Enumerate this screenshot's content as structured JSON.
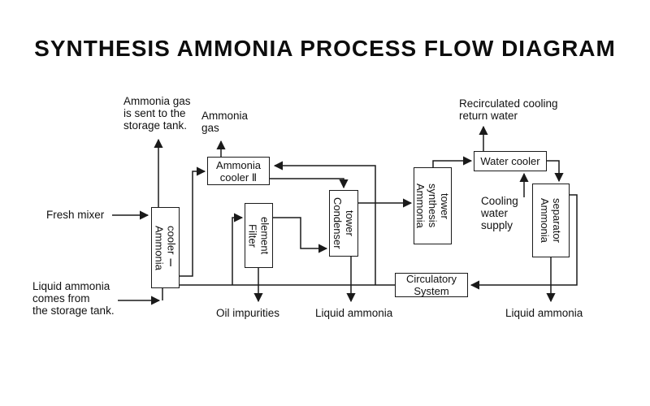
{
  "title": "SYNTHESIS AMMONIA PROCESS FLOW DIAGRAM",
  "boxes": {
    "cooler1": "Ammonia\ncooler Ⅰ",
    "cooler2": "Ammonia\ncooler Ⅱ",
    "filter": "Filter\nelement",
    "condenser": "Condenser\ntower",
    "synthesis": "Ammonia\nsynthesis\ntower",
    "water_cooler": "Water cooler",
    "separator": "Ammonia\nseparator",
    "circulatory": "Circulatory\nSystem"
  },
  "labels": {
    "gas_to_storage": "Ammonia gas\nis sent to the\nstorage tank.",
    "ammonia_gas": "Ammonia\ngas",
    "fresh_mixer": "Fresh mixer",
    "liquid_from_storage": "Liquid ammonia\ncomes from\nthe storage tank.",
    "oil_impurities": "Oil impurities",
    "liquid_ammonia_condenser": "Liquid ammonia",
    "recirculated_water": "Recirculated cooling\nreturn water",
    "cooling_supply": "Cooling\nwater\nsupply",
    "liquid_ammonia_separator": "Liquid ammonia"
  },
  "colors": {
    "line": "#1a1a1a",
    "text": "#111111",
    "background": "#ffffff"
  }
}
